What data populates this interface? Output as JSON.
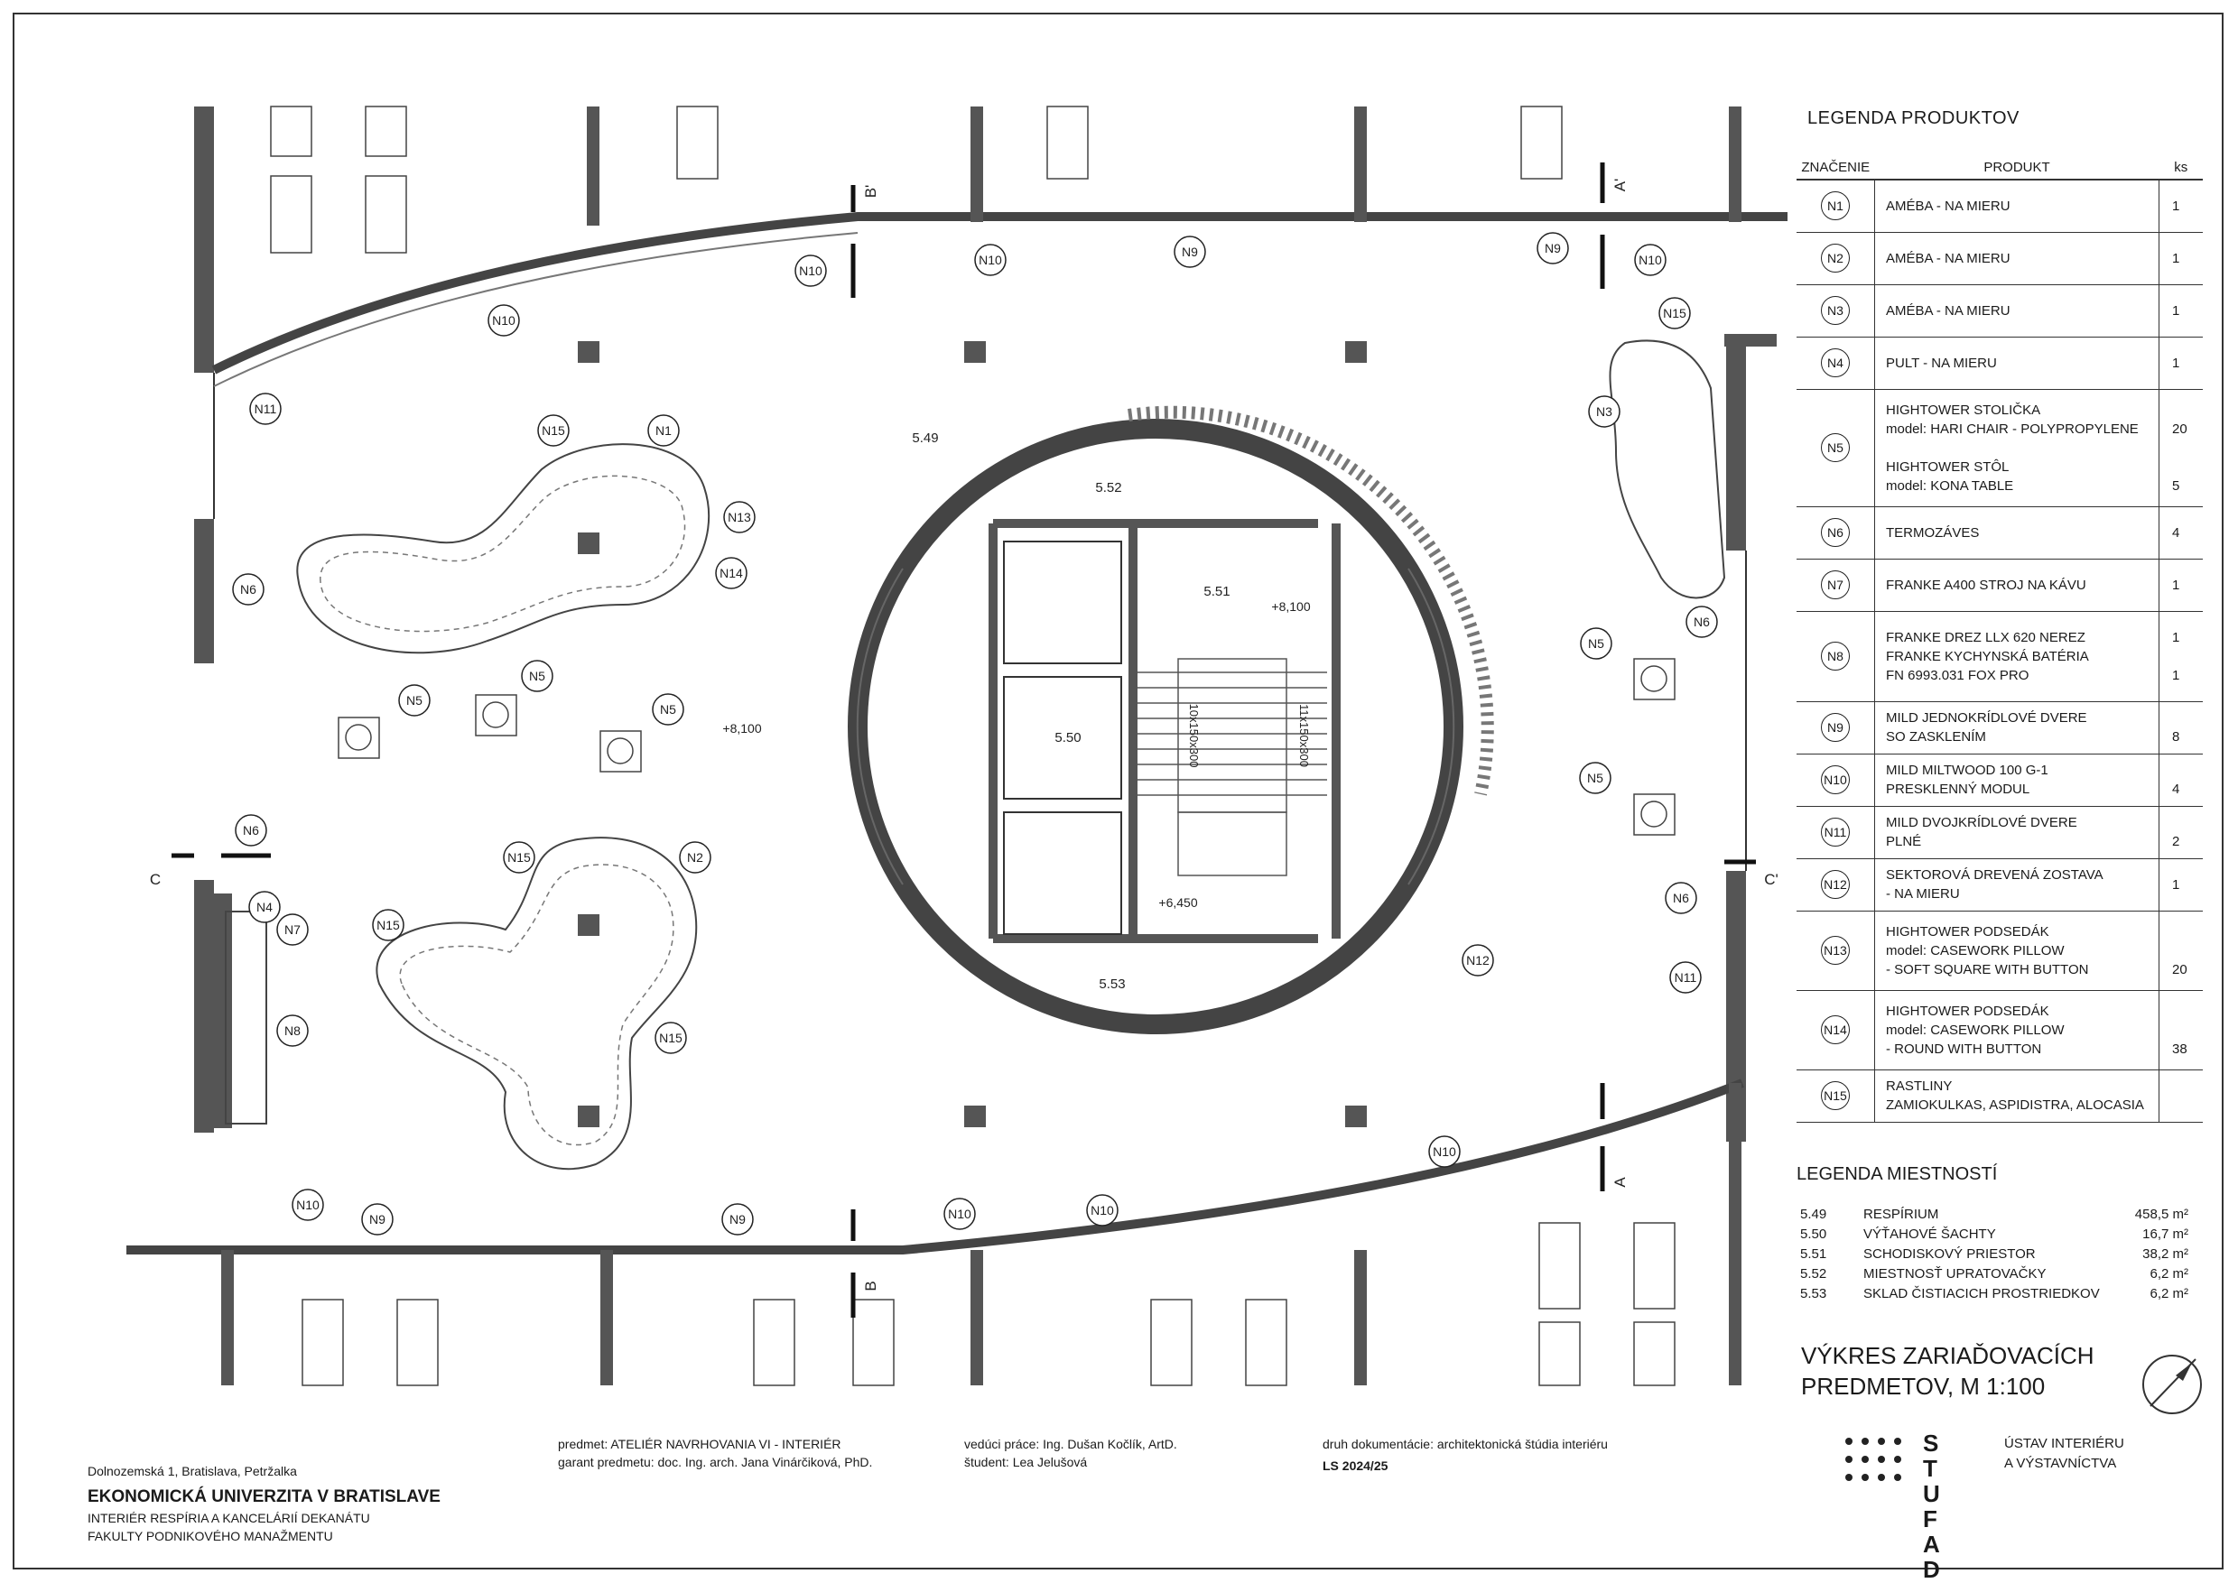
{
  "sheet": {
    "address": "Dolnozemská 1, Bratislava, Petržalka",
    "university": "EKONOMICKÁ UNIVERZITA V BRATISLAVE",
    "project_line1": "INTERIÉR RESPÍRIA A KANCELÁRIÍ DEKANÁTU",
    "project_line2": "FAKULTY PODNIKOVÉHO MANAŽMENTU",
    "subject": "predmet: ATELIÉR NAVRHOVANIA VI - INTERIÉR",
    "guarantor": "garant predmetu: doc. Ing. arch. Jana Vinárčiková, PhD.",
    "supervisor": "vedúci práce: Ing. Dušan Kočlík, ArtD.",
    "student": "študent: Lea Jelušová",
    "doc_type": "druh dokumentácie: architektonická štúdia interiéru",
    "semester": "LS 2024/25",
    "stu_word1": "S T U",
    "stu_word2": "F A D",
    "institute_line1": "ÚSTAV INTERIÉRU",
    "institute_line2": "A VÝSTAVNÍCTVA",
    "drawing_title_line1": "VÝKRES ZARIAĎOVACÍCH",
    "drawing_title_line2": "PREDMETOV, M 1:100"
  },
  "legend_products": {
    "title": "LEGENDA PRODUKTOV",
    "headers": {
      "code": "ZNAČENIE",
      "product": "PRODUKT",
      "qty": "ks"
    },
    "rows": [
      {
        "code": "N1",
        "lines": [
          "AMÉBA - NA MIERU"
        ],
        "qty": [
          "1"
        ]
      },
      {
        "code": "N2",
        "lines": [
          "AMÉBA - NA MIERU"
        ],
        "qty": [
          "1"
        ]
      },
      {
        "code": "N3",
        "lines": [
          "AMÉBA - NA MIERU"
        ],
        "qty": [
          "1"
        ]
      },
      {
        "code": "N4",
        "lines": [
          "PULT - NA MIERU"
        ],
        "qty": [
          "1"
        ]
      },
      {
        "code": "N5",
        "lines": [
          "HIGHTOWER STOLIČKA",
          "model: HARI CHAIR - POLYPROPYLENE",
          "",
          "HIGHTOWER STÔL",
          "model: KONA TABLE"
        ],
        "qty": [
          "",
          "20",
          "",
          "",
          "5"
        ]
      },
      {
        "code": "N6",
        "lines": [
          "TERMOZÁVES"
        ],
        "qty": [
          "4"
        ]
      },
      {
        "code": "N7",
        "lines": [
          "FRANKE A400 STROJ NA KÁVU"
        ],
        "qty": [
          "1"
        ]
      },
      {
        "code": "N8",
        "lines": [
          "FRANKE DREZ LLX 620 NEREZ",
          "FRANKE KYCHYNSKÁ BATÉRIA",
          "FN 6993.031 FOX PRO"
        ],
        "qty": [
          "1",
          "",
          "1"
        ]
      },
      {
        "code": "N9",
        "lines": [
          "MILD JEDNOKRÍDLOVÉ DVERE",
          "SO ZASKLENÍM"
        ],
        "qty": [
          "",
          "8"
        ]
      },
      {
        "code": "N10",
        "lines": [
          "MILD MILTWOOD 100 G-1",
          "PRESKLENNÝ MODUL"
        ],
        "qty": [
          "",
          "4"
        ]
      },
      {
        "code": "N11",
        "lines": [
          "MILD DVOJKRÍDLOVÉ DVERE",
          "PLNÉ"
        ],
        "qty": [
          "",
          "2"
        ]
      },
      {
        "code": "N12",
        "lines": [
          "SEKTOROVÁ DREVENÁ ZOSTAVA",
          "- NA MIERU"
        ],
        "qty": [
          "1"
        ]
      },
      {
        "code": "N13",
        "lines": [
          "HIGHTOWER PODSEDÁK",
          "model: CASEWORK PILLOW",
          "- SOFT SQUARE WITH BUTTON"
        ],
        "qty": [
          "",
          "",
          "20"
        ]
      },
      {
        "code": "N14",
        "lines": [
          "HIGHTOWER PODSEDÁK",
          "model: CASEWORK PILLOW",
          "- ROUND WITH BUTTON"
        ],
        "qty": [
          "",
          "",
          "38"
        ]
      },
      {
        "code": "N15",
        "lines": [
          "RASTLINY",
          "ZAMIOKULKAS, ASPIDISTRA, ALOCASIA"
        ],
        "qty": [
          ""
        ]
      }
    ]
  },
  "legend_rooms": {
    "title": "LEGENDA MIESTNOSTÍ",
    "rows": [
      {
        "no": "5.49",
        "name": "RESPÍRIUM",
        "area": "458,5 m²"
      },
      {
        "no": "5.50",
        "name": "VÝŤAHOVÉ ŠACHTY",
        "area": "16,7 m²"
      },
      {
        "no": "5.51",
        "name": "SCHODISKOVÝ PRIESTOR",
        "area": "38,2 m²"
      },
      {
        "no": "5.52",
        "name": "MIESTNOSŤ UPRATOVAČKY",
        "area": "6,2 m²"
      },
      {
        "no": "5.53",
        "name": "SKLAD ČISTIACICH PROSTRIEDKOV",
        "area": "6,2 m²"
      }
    ]
  },
  "plan": {
    "room_labels": {
      "r549": "5.49",
      "r550": "5.50",
      "r551": "5.51",
      "r552": "5.52",
      "r553": "5.53"
    },
    "levels": {
      "l1": "+8,100",
      "l2": "+8,100",
      "l3": "+6,450"
    },
    "stairs": {
      "left": "10x150x300",
      "right": "11x150x300"
    },
    "sections": {
      "a": "A",
      "a2": "A'",
      "b": "B",
      "b2": "B'",
      "c": "C",
      "c2": "C'"
    },
    "tags": [
      "N1",
      "N2",
      "N3",
      "N4",
      "N5",
      "N6",
      "N7",
      "N8",
      "N9",
      "N10",
      "N11",
      "N12",
      "N13",
      "N14",
      "N15"
    ]
  }
}
